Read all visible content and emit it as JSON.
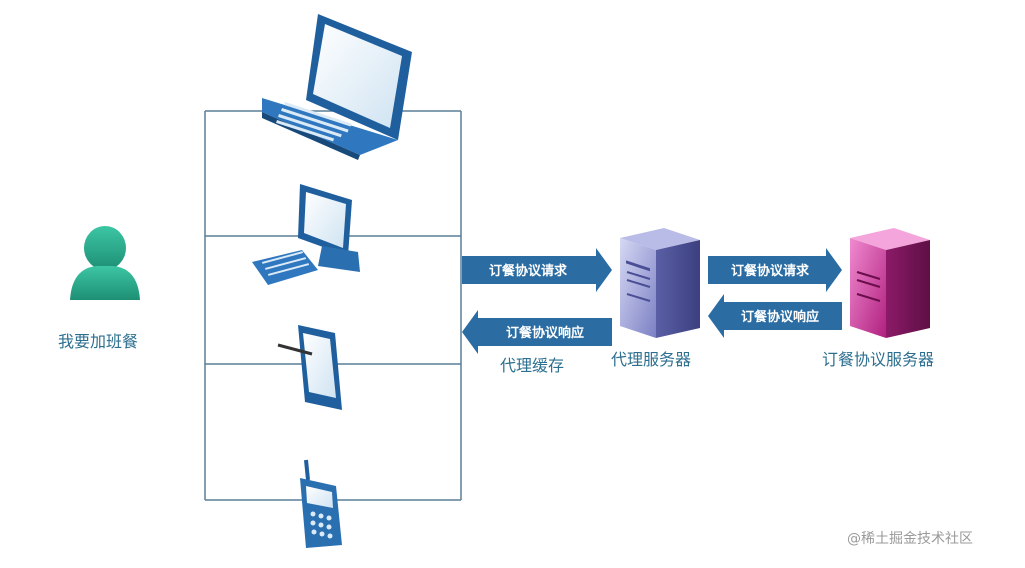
{
  "user": {
    "label": "我要加班餐"
  },
  "devices": [
    "laptop-icon",
    "desktop-computer-icon",
    "tablet-icon",
    "mobile-phone-icon"
  ],
  "arrows": {
    "request_left": "订餐协议请求",
    "response_left": "订餐协议响应",
    "request_right": "订餐协议请求",
    "response_right": "订餐协议响应"
  },
  "cache_label": "代理缓存",
  "proxy_server": {
    "label": "代理服务器"
  },
  "order_server": {
    "label": "订餐协议服务器"
  },
  "watermark": "@稀土掘金技术社区",
  "colors": {
    "arrow": "#2b6da3",
    "user": "#2aa58a",
    "proxy_server": "#8a8fc9",
    "order_server": "#c0268f",
    "device": "#2a6fb0",
    "lines": "#5b7f97"
  }
}
